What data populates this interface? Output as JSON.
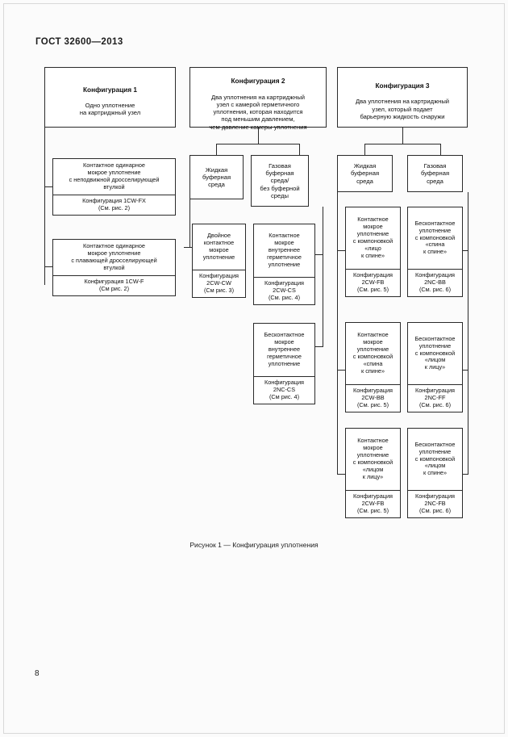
{
  "document": {
    "standard_header": "ГОСТ 32600—2013",
    "page_number": "8",
    "figure_caption": "Рисунок 1 — Конфигурация уплотнения"
  },
  "diagram": {
    "config1": {
      "heading": "Конфигурация 1",
      "description": "Одно уплотнение\nна картриджный узел",
      "branches": [
        {
          "description": "Контактное одинарное\nмокрое уплотнение\nс неподвижной дросселирующей\nвтулкой",
          "config": "Конфигурация 1CW-FX\n(См. рис. 2)"
        },
        {
          "description": "Контактное одинарное\nмокрое уплотнение\nс плавающей дросселирующей\nвтулкой",
          "config": "Конфигурация 1CW-F\n(См  рис. 2)"
        }
      ]
    },
    "config2": {
      "heading": "Конфигурация 2",
      "description": "Два уплотнения на картриджный\nузел с камерой герметичного\nуплотнения, которая находится\nпод меньшим давлением,\nчем давление камеры уплотнения",
      "media": [
        {
          "label": "Жидкая\nбуферная\nсреда",
          "items": [
            {
              "description": "Двойное\nконтактное\nмокрое\nуплотнение",
              "config": "Конфигурация\n2CW-CW\n(См  рис. 3)"
            }
          ]
        },
        {
          "label": "Газовая\nбуферная\nсреда/\nбез буферной\nсреды",
          "items": [
            {
              "description": "Контактное\nмокрое\nвнутреннее\nгерметичное\nуплотнение",
              "config": "Конфигурация\n2CW-CS\n(См. рис. 4)"
            },
            {
              "description": "Бесконтактное\nмокрое\nвнутреннее\nгерметичное\nуплотнение",
              "config": "Конфигурация\n2NC-CS\n(См  рис. 4)"
            }
          ]
        }
      ]
    },
    "config3": {
      "heading": "Конфигурация 3",
      "description": "Два уплотнения на картриджный\nузел, который подает\nбарьерную жидкость снаружи",
      "media": [
        {
          "label": "Жидкая\nбуферная\nсреда",
          "items": [
            {
              "description": "Контактное\nмокрое\nуплотнение\nс компоновкой\n«лицо\nк спине»",
              "config": "Конфигурация\n2CW-FB\n(См. рис. 5)"
            },
            {
              "description": "Контактное\nмокрое\nуплотнение\nс компоновкой\n«спина\nк спине»",
              "config": "Конфигурация\n2CW-BB\n(См. рис. 5)"
            },
            {
              "description": "Контактное\nмокрое\nуплотнение\nс компоновкой\n«лицом\nк лицу»",
              "config": "Конфигурация\n2CW-FB\n(См. рис. 5)"
            }
          ]
        },
        {
          "label": "Газовая\nбуферная\nсреда",
          "items": [
            {
              "description": "Бесконтактное\nуплотнение\nс компоновкой\n«спина\nк спине»",
              "config": "Конфигурация\n2NC-BB\n(См. рис. 6)"
            },
            {
              "description": "Бесконтактное\nуплотнение\nс компоновкой\n«лицом\nк лицу»",
              "config": "Конфигурация\n2NC-FF\n(См. рис. 6)"
            },
            {
              "description": "Бесконтактное\nуплотнение\nс компоновкой\n«лицом\nк спине»",
              "config": "Конфигурация\n2NC-FB\n(См. рис. 6)"
            }
          ]
        }
      ]
    }
  }
}
